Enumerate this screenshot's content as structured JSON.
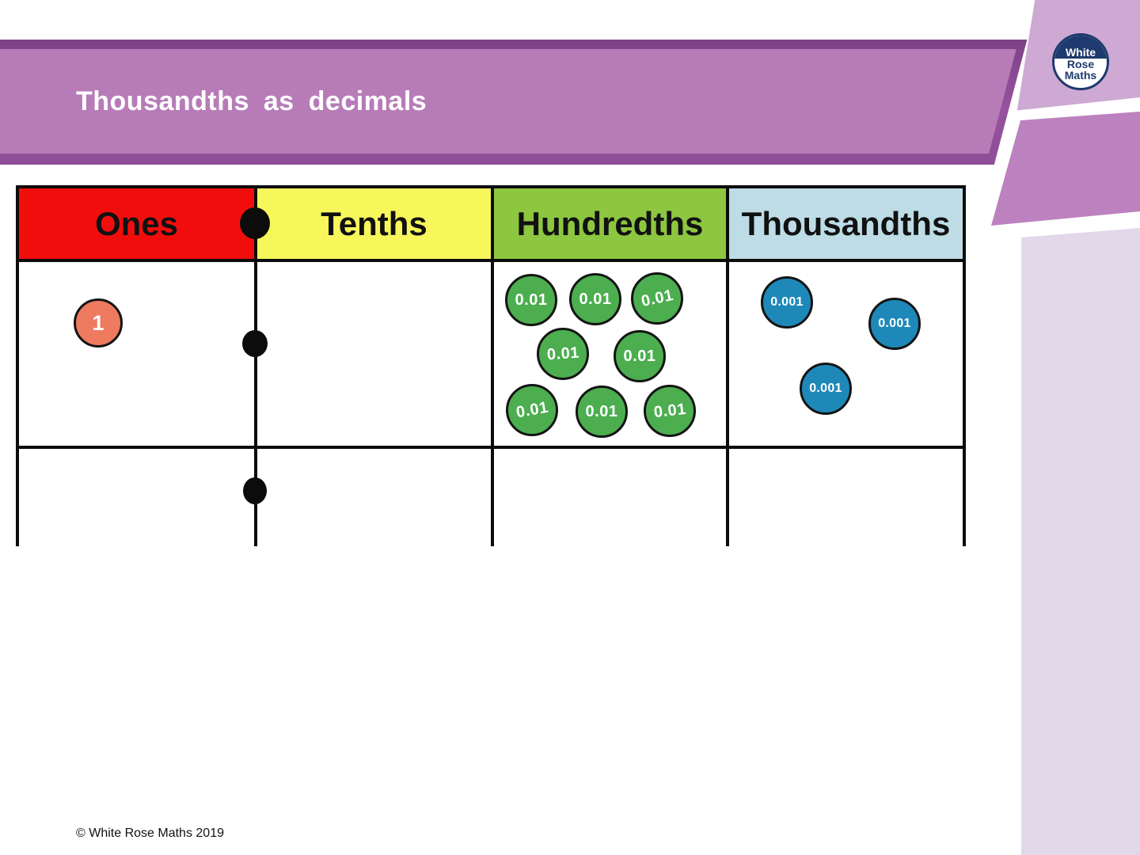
{
  "header": {
    "title": "Thousandths as decimals"
  },
  "logo": {
    "line1": "White",
    "line2": "Rose",
    "line3": "Maths"
  },
  "place_value_table": {
    "columns": [
      {
        "label": "Ones",
        "header_color": "#f20d0d",
        "counter_color": "#ee7b60",
        "counters": [
          {
            "label": "1"
          }
        ]
      },
      {
        "label": "Tenths",
        "header_color": "#f7f75c",
        "counters": []
      },
      {
        "label": "Hundredths",
        "header_color": "#8dc63f",
        "counter_color": "#4cae4f",
        "counters": [
          {
            "label": "0.01"
          },
          {
            "label": "0.01"
          },
          {
            "label": "0.01"
          },
          {
            "label": "0.01"
          },
          {
            "label": "0.01"
          },
          {
            "label": "0.01"
          },
          {
            "label": "0.01"
          },
          {
            "label": "0.01"
          }
        ]
      },
      {
        "label": "Thousandths",
        "header_color": "#bddce6",
        "counter_color": "#1e89b8",
        "counters": [
          {
            "label": "0.001"
          },
          {
            "label": "0.001"
          },
          {
            "label": "0.001"
          }
        ]
      }
    ],
    "decimal_point_rows": 3
  },
  "colors": {
    "banner_main": "#b77cb8",
    "banner_edge": "#8e4d96",
    "deco_lavender": "#cda9d3",
    "deco_purple_band": "#bc81bf",
    "deco_stripe": "#e2d8ea",
    "logo_navy": "#1e3a6e",
    "table_border": "#0c0c0c"
  },
  "footer": {
    "copyright": "© White Rose Maths 2019"
  }
}
